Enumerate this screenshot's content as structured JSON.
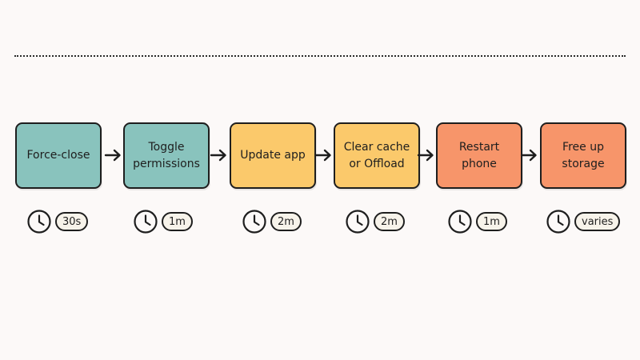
{
  "colors": {
    "teal": "#89c3bd",
    "yellow": "#fbc96b",
    "coral": "#f7956a",
    "ink": "#1e1e1e",
    "background": "#fcf9f8"
  },
  "steps": [
    {
      "label": "Force-close",
      "time": "30s",
      "color": "teal"
    },
    {
      "label": "Toggle\npermissions",
      "time": "1m",
      "color": "teal"
    },
    {
      "label": "Update app",
      "time": "2m",
      "color": "yellow"
    },
    {
      "label": "Clear cache\nor Offload",
      "time": "2m",
      "color": "yellow"
    },
    {
      "label": "Restart phone",
      "time": "1m",
      "color": "coral"
    },
    {
      "label": "Free up storage",
      "time": "varies",
      "color": "coral"
    }
  ],
  "icons": {
    "arrow": "arrow-right-icon",
    "clock": "clock-icon"
  }
}
